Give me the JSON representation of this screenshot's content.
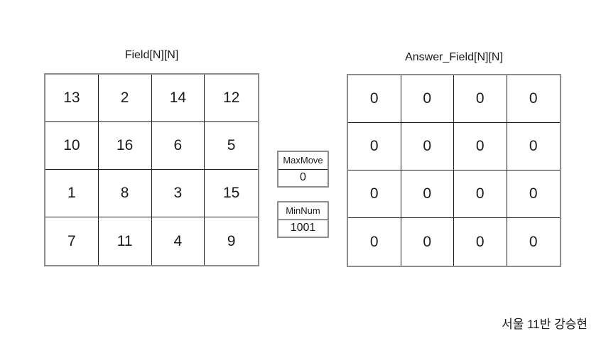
{
  "field_table": {
    "title": "Field[N][N]",
    "rows": [
      [
        "13",
        "2",
        "14",
        "12"
      ],
      [
        "10",
        "16",
        "6",
        "5"
      ],
      [
        "1",
        "8",
        "3",
        "15"
      ],
      [
        "7",
        "11",
        "4",
        "9"
      ]
    ]
  },
  "answer_table": {
    "title": "Answer_Field[N][N]",
    "rows": [
      [
        "0",
        "0",
        "0",
        "0"
      ],
      [
        "0",
        "0",
        "0",
        "0"
      ],
      [
        "0",
        "0",
        "0",
        "0"
      ],
      [
        "0",
        "0",
        "0",
        "0"
      ]
    ]
  },
  "variables": [
    {
      "label": "MaxMove",
      "value": "0"
    },
    {
      "label": "MinNum",
      "value": "1001"
    }
  ],
  "footer": {
    "signature": "서울 11반 강승현"
  },
  "colors": {
    "border_outer": "#8c8c8c",
    "border_inner": "#1f1f1f",
    "text": "#1a1a1a",
    "background": "#ffffff"
  }
}
